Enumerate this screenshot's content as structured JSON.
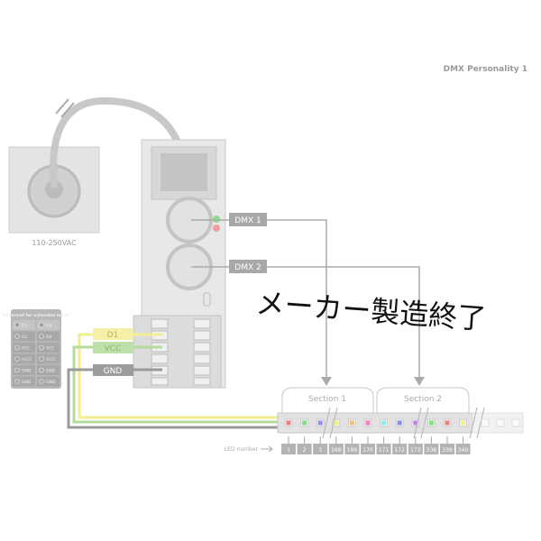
{
  "title": "DMX Personality 1",
  "power_label": "110-250VAC",
  "dmx_ports": [
    "DMX 1",
    "DMX 2"
  ],
  "wires": {
    "d1": "D1",
    "vcc": "VCC",
    "gnd": "GND"
  },
  "reserved_table": {
    "header": "Reserved for extended mode",
    "rows": [
      [
        "D1",
        "D4"
      ],
      [
        "D1",
        "D4"
      ],
      [
        "VCC",
        "VCC"
      ],
      [
        "VCCI",
        "VCCI"
      ],
      [
        "GND",
        "GND"
      ],
      [
        "GND",
        "GND"
      ]
    ]
  },
  "sections": [
    "Section 1",
    "Section 2"
  ],
  "led_label": "LED number",
  "leds": [
    {
      "n": "1",
      "color": "#f08080"
    },
    {
      "n": "2",
      "color": "#80e080"
    },
    {
      "n": "3",
      "color": "#9c8cf0"
    },
    {
      "n": "168",
      "color": "#f0f080"
    },
    {
      "n": "169",
      "color": "#f0c080"
    },
    {
      "n": "170",
      "color": "#f080c0"
    },
    {
      "n": "171",
      "color": "#80f0f0"
    },
    {
      "n": "172",
      "color": "#8c8cf0"
    },
    {
      "n": "173",
      "color": "#c080f0"
    },
    {
      "n": "338",
      "color": "#80e080"
    },
    {
      "n": "339",
      "color": "#f08080"
    },
    {
      "n": "340",
      "color": "#f0f080"
    }
  ],
  "overlay_text": "メーカー製造終了"
}
